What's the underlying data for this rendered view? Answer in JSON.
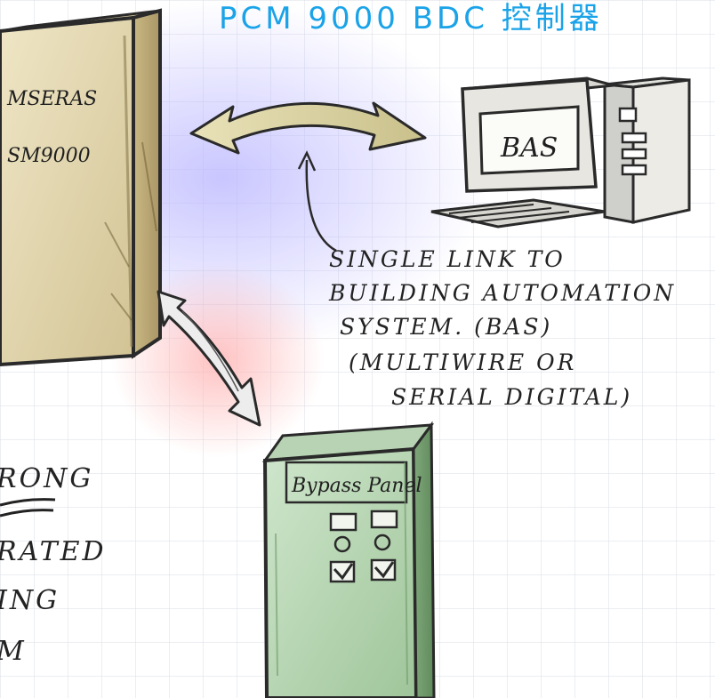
{
  "title": "PCM 9000 BDC 控制器",
  "diagram": {
    "main_cabinet": {
      "label_line1": "MSERAS",
      "label_line2": "SM9000"
    },
    "bas_computer": {
      "screen_label": "BAS"
    },
    "link_note": {
      "lines": [
        "SINGLE LINK TO",
        "BUILDING AUTOMATION",
        "SYSTEM. (BAS)",
        "(MULTIWIRE OR",
        "SERIAL DIGITAL)"
      ]
    },
    "bypass_panel": {
      "label": "Bypass Panel"
    },
    "left_note_fragments": [
      "RONG",
      "RATED",
      "ING",
      "M"
    ],
    "colors": {
      "title": "#1aa3e8",
      "cabinet": "#e7dcb8",
      "bypass": "#b9d8b9",
      "glow_blue": "#b7b3ff",
      "glow_red": "#ffb3b3"
    }
  }
}
